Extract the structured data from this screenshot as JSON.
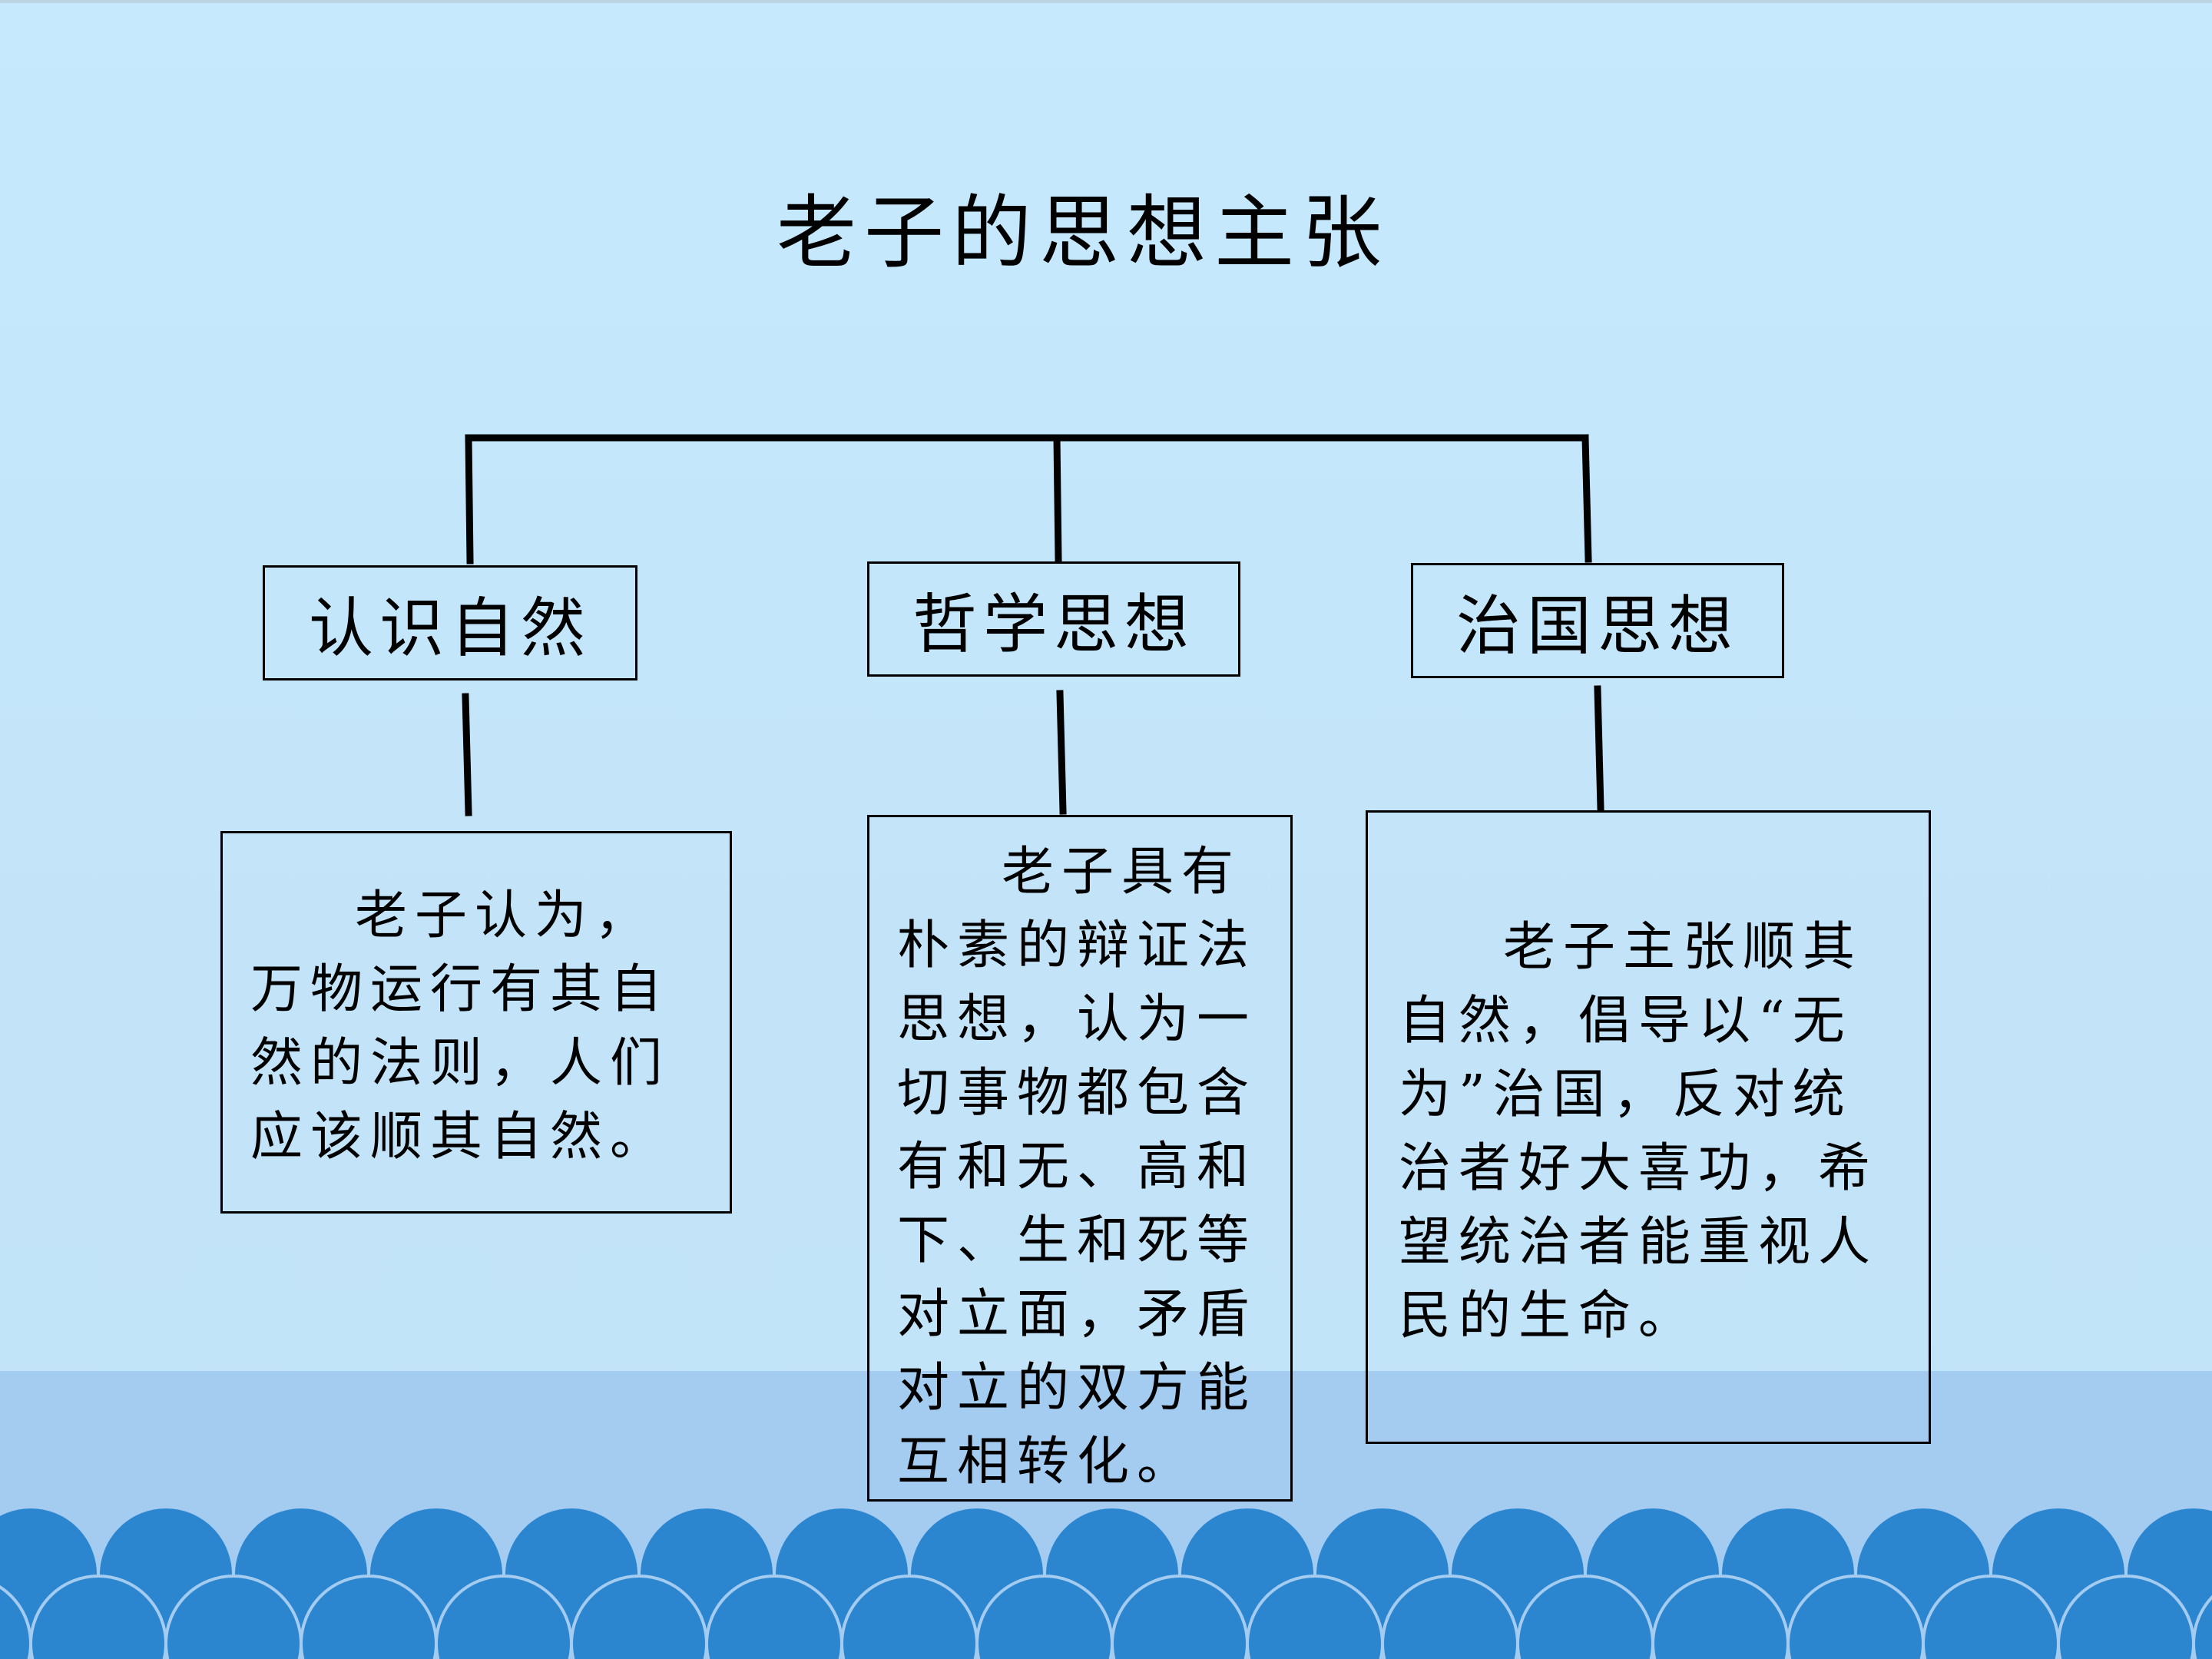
{
  "title": "老子的思想主张",
  "categories": [
    {
      "label": "认识自然",
      "description": "老子认为，万物运行有其自然的法则，人们应该顺其自然。"
    },
    {
      "label": "哲学思想",
      "description": "老子具有朴素的辩证法思想，认为一切事物都包含有和无、高和下、生和死等对立面，矛盾对立的双方能互相转化。"
    },
    {
      "label": "治国思想",
      "description": "老子主张顺其自然，倡导以“无为”治国，反对统治者好大喜功，希望统治者能重视人民的生命。"
    }
  ],
  "colors": {
    "background_top": "#c6e9fd",
    "background_bottom": "#c2e3f7",
    "lower_band": "#a3ccf0",
    "wave": "#2c86cf",
    "line": "#000000"
  }
}
